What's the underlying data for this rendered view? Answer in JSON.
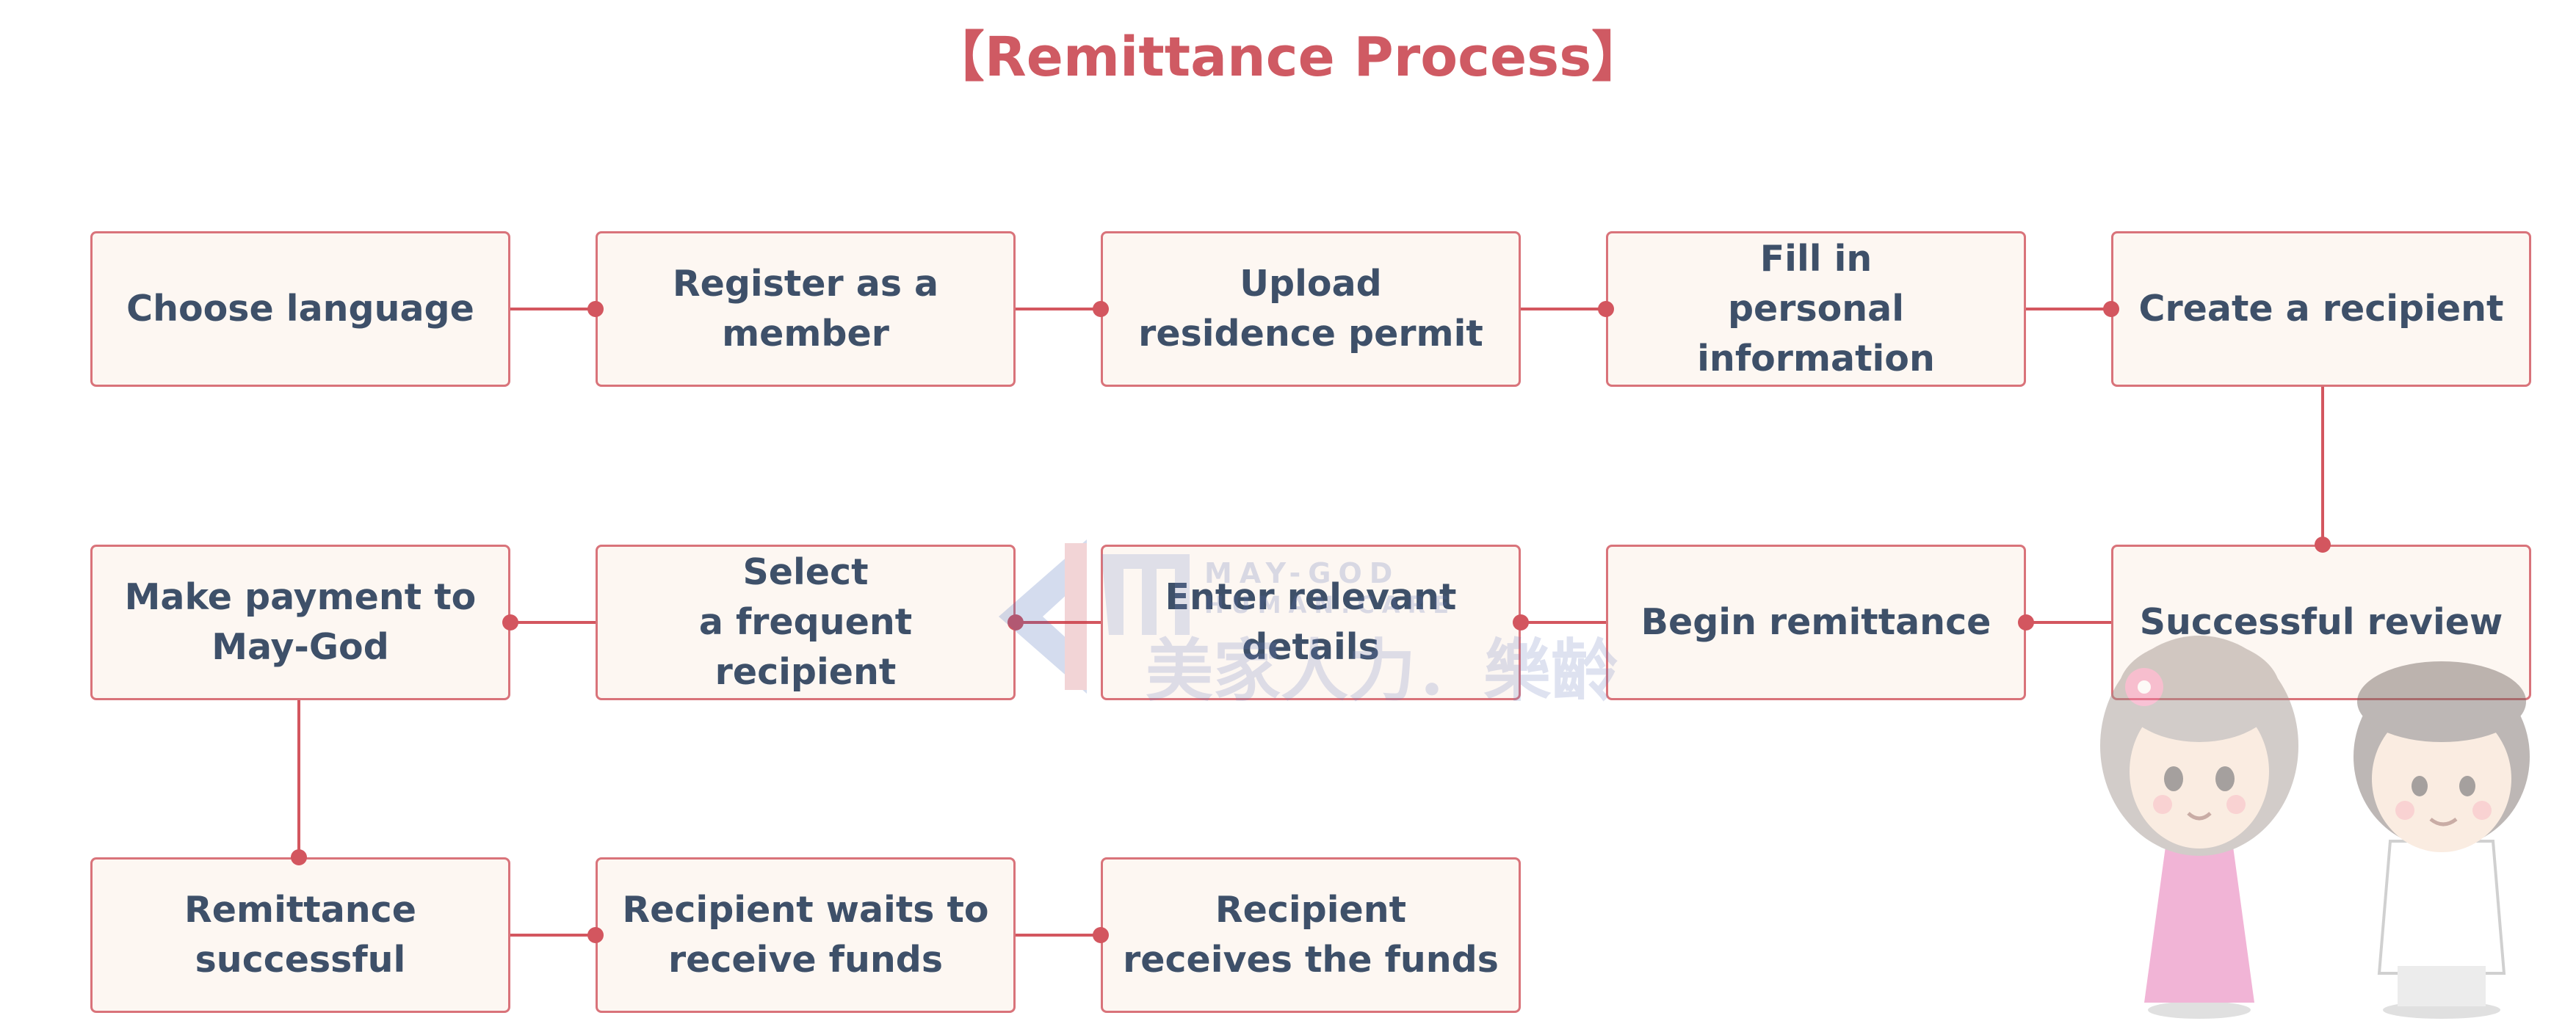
{
  "title": "【Remittance Process】",
  "steps": [
    {
      "label": "Choose language"
    },
    {
      "label": "Register as a member"
    },
    {
      "label": "Upload\nresidence permit"
    },
    {
      "label": "Fill in\npersonal information"
    },
    {
      "label": "Create a recipient"
    },
    {
      "label": "Successful review"
    },
    {
      "label": "Begin remittance"
    },
    {
      "label": "Enter relevant details"
    },
    {
      "label": "Select\na frequent recipient"
    },
    {
      "label": "Make payment to\nMay-God"
    },
    {
      "label": "Remittance successful"
    },
    {
      "label": "Recipient waits to\nreceive funds"
    },
    {
      "label": "Recipient\nreceives the funds"
    }
  ],
  "watermark": {
    "line1": "MAY-GOD",
    "line2": "HUMAN.CARE",
    "cjk": "美家人力．樂齡"
  },
  "colors": {
    "accent": "#cf5a63",
    "box_border": "#d9737a",
    "box_fill": "#fdf7f2",
    "text": "#3e5069"
  }
}
